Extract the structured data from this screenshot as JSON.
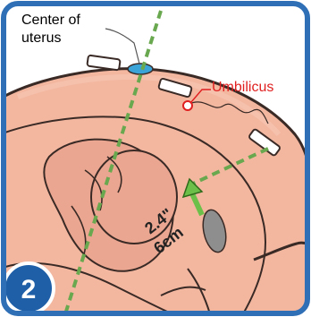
{
  "labels": {
    "center_of_uterus": [
      "Center of",
      "uterus"
    ],
    "umbilicus": "Umbilicus",
    "distance": [
      "2.4\"",
      "6cm"
    ]
  },
  "step_badge": "2",
  "colors": {
    "frame_border": "#2f6fb6",
    "skin": "#f3b7a0",
    "skin_dark": "#e39a85",
    "outline": "#3a2a26",
    "guide_dashes": "#6aa84f",
    "arrow": "#6cc04a",
    "umbilicus_label": "#e02020",
    "marker_blue": "#3aa3d8",
    "probe_gray": "#8e8e8e",
    "badge_fill": "#1f5fa8",
    "badge_ring": "#ffffff"
  },
  "icons": [
    "uterus-center-marker",
    "umbilicus-marker",
    "measurement-arrow",
    "ultrasound-probe"
  ]
}
